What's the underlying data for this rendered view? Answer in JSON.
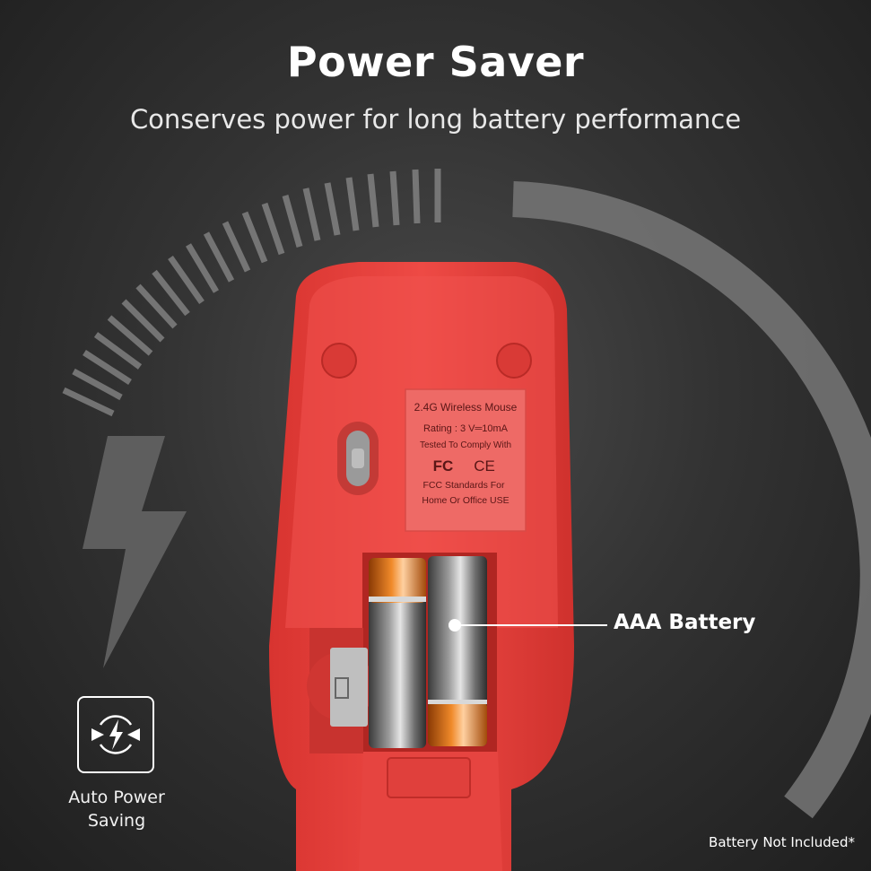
{
  "header": {
    "title": "Power Saver",
    "subtitle": "Conserves power for long battery performance"
  },
  "callout": {
    "label": "AAA Battery"
  },
  "feature": {
    "icon": "auto-power-saving-icon",
    "label_line1": "Auto Power",
    "label_line2": "Saving"
  },
  "sticker": {
    "line1": "2.4G Wireless Mouse",
    "line2": "Rating : 3 V═10mA",
    "line3": "Tested To Comply With",
    "fcc": "FC",
    "ce": "CE",
    "line4": "FCC Standards  For",
    "line5": "Home Or Office USE"
  },
  "disclaimer": "Battery Not Included*",
  "colors": {
    "mouse_body": "#e8413d",
    "mouse_dark": "#c7302c",
    "battery_orange": "#f07d1e",
    "battery_gray": "#7a7a7a",
    "arc_gray": "#777777"
  }
}
